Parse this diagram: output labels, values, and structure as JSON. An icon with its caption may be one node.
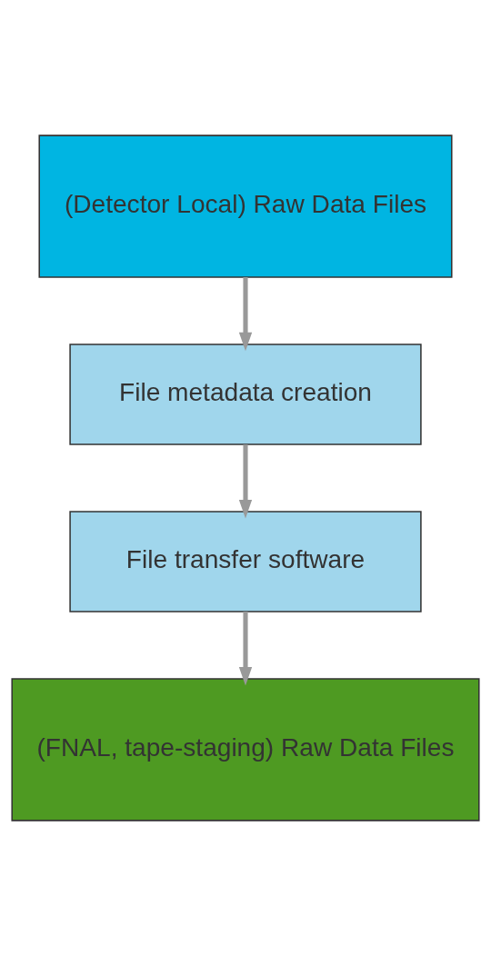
{
  "diagram": {
    "nodes": [
      {
        "text": [
          "(Detector Local) Raw Data Files"
        ]
      },
      {
        "text": [
          "File metadata creation"
        ]
      },
      {
        "text": [
          "File transfer software"
        ]
      },
      {
        "text": [
          "(FNAL, tape-staging) Raw Data Files"
        ]
      }
    ],
    "edges": [
      {
        "from": 0,
        "to": 1,
        "arrow": "to"
      },
      {
        "from": 1,
        "to": 2,
        "arrow": "to"
      },
      {
        "from": 2,
        "to": 3,
        "arrow": "to"
      }
    ]
  }
}
